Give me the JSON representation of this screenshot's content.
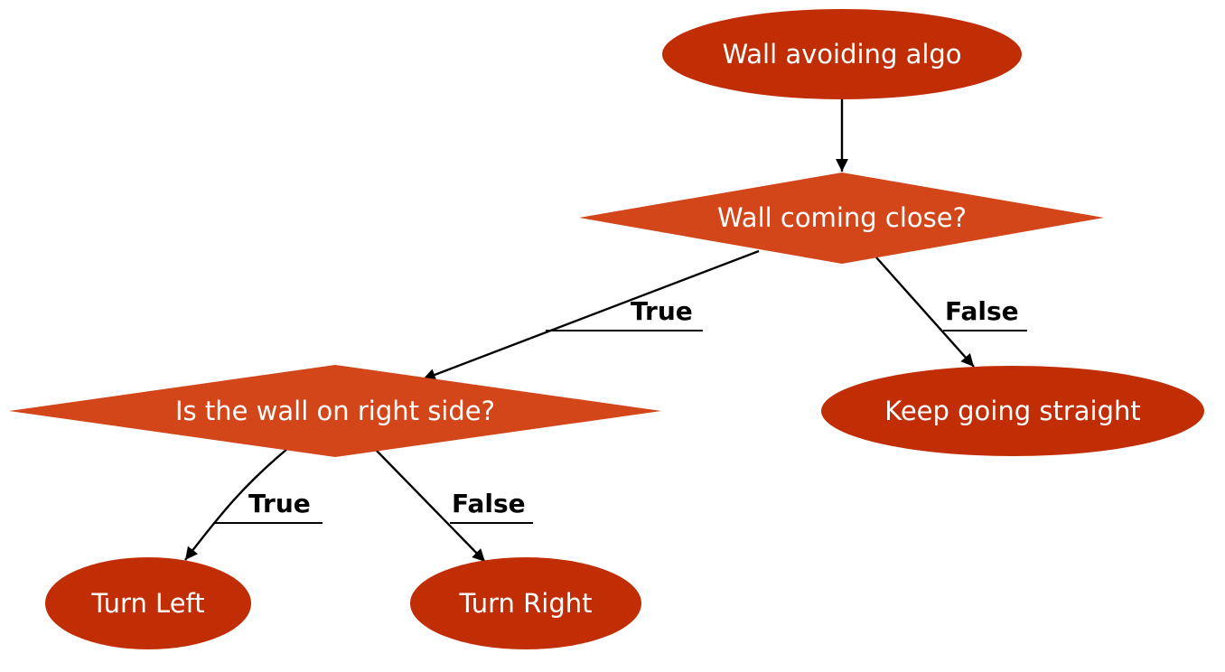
{
  "colors": {
    "ellipse_fill": "#c12e05",
    "diamond_fill": "#d2461a",
    "edge": "#000000",
    "text": "#ffffff"
  },
  "nodes": {
    "start": "Wall avoiding algo",
    "wall_close": "Wall coming close?",
    "right_side": "Is the wall on right side?",
    "straight": "Keep going straight",
    "turn_left": "Turn Left",
    "turn_right": "Turn Right"
  },
  "edges": {
    "wall_close_true": "True",
    "wall_close_false": "False",
    "right_side_true": "True",
    "right_side_false": "False"
  }
}
